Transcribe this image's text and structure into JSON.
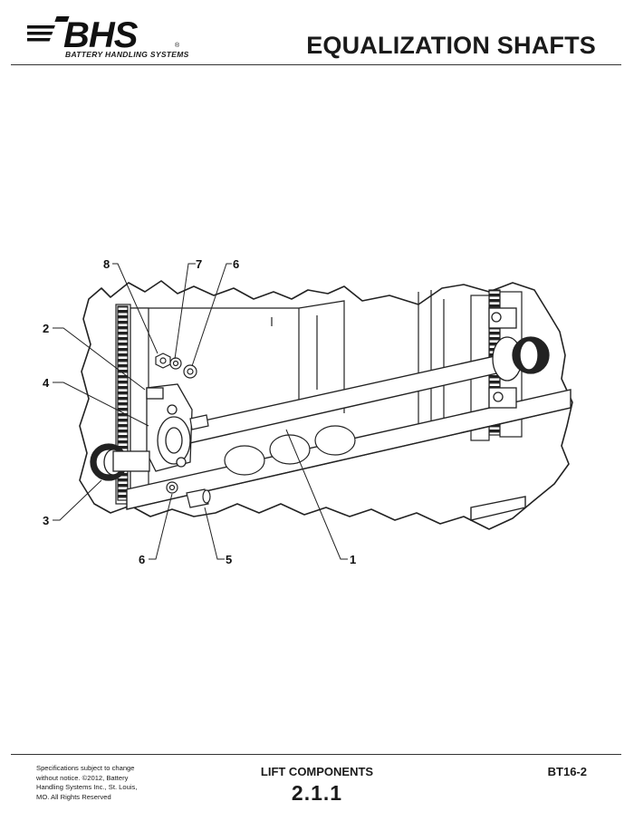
{
  "header": {
    "logo_text": "BHS",
    "logo_tagline": "BATTERY HANDLING SYSTEMS",
    "title": "EQUALIZATION SHAFTS"
  },
  "callouts": [
    {
      "id": "c8",
      "label": "8"
    },
    {
      "id": "c7",
      "label": "7"
    },
    {
      "id": "c6a",
      "label": "6"
    },
    {
      "id": "c2",
      "label": "2"
    },
    {
      "id": "c4",
      "label": "4"
    },
    {
      "id": "c3",
      "label": "3"
    },
    {
      "id": "c6b",
      "label": "6"
    },
    {
      "id": "c5",
      "label": "5"
    },
    {
      "id": "c1",
      "label": "1"
    }
  ],
  "footer": {
    "notice": [
      "Specifications subject to change",
      "without notice. ©2012, Battery",
      "Handling Systems Inc., St. Louis,",
      "MO. All Rights Reserved"
    ],
    "section_name": "LIFT COMPONENTS",
    "section_number": "2.1.1",
    "doc_code": "BT16-2"
  }
}
